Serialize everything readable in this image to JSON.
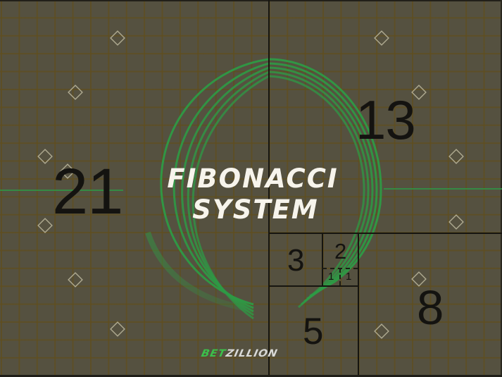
{
  "title": {
    "line1": "FIBONACCI",
    "line2": "SYSTEM"
  },
  "logo": {
    "part1": "BET",
    "part2": "ZILLION",
    "part1_color": "#3cc04a",
    "part2_color": "#d9d9d6"
  },
  "sequence_numbers": {
    "n21": "21",
    "n13": "13",
    "n8": "8",
    "n5": "5",
    "n3": "3",
    "n2": "2",
    "n1a": "1",
    "n1b": "1"
  },
  "colors": {
    "background": "#555140",
    "grid": "#604e1e",
    "spiral": "#2e9a45",
    "box_lines": "#161510",
    "title_text": "#f7f4ec",
    "diamond_outline": "#b9b49a"
  },
  "decorations": {
    "diamond_icon": "diamond-outline",
    "spiral_icon": "golden-spiral-arcs"
  }
}
